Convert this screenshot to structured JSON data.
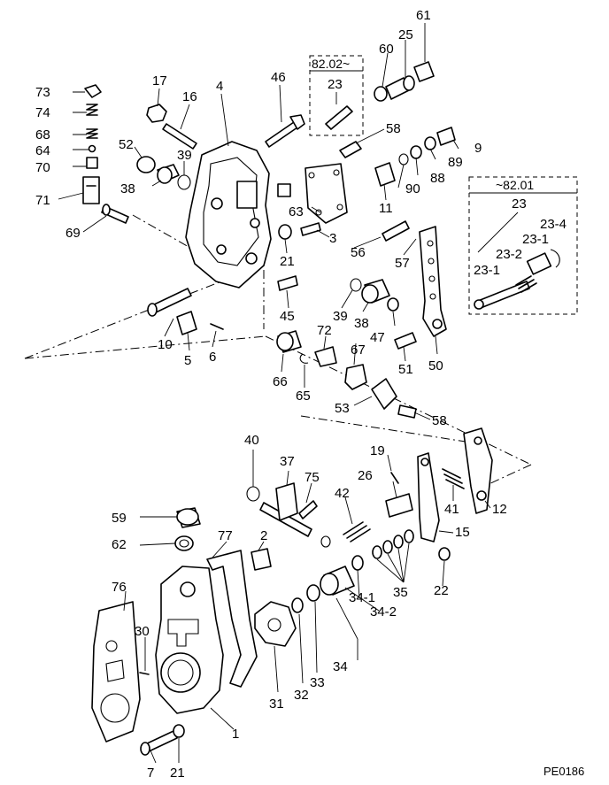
{
  "figure_code": "PE0186",
  "boxes": {
    "box_8202": {
      "label": "82.02~",
      "part": "23"
    },
    "box_8201": {
      "label": "~82.01",
      "parts": [
        "23",
        "23-4",
        "23-1",
        "23-2",
        "23-1"
      ]
    }
  },
  "callouts": [
    {
      "id": "c61",
      "label": "61"
    },
    {
      "id": "c25",
      "label": "25"
    },
    {
      "id": "c60",
      "label": "60"
    },
    {
      "id": "c73",
      "label": "73"
    },
    {
      "id": "c74",
      "label": "74"
    },
    {
      "id": "c68",
      "label": "68"
    },
    {
      "id": "c64",
      "label": "64"
    },
    {
      "id": "c70",
      "label": "70"
    },
    {
      "id": "c71",
      "label": "71"
    },
    {
      "id": "c69",
      "label": "69"
    },
    {
      "id": "c17",
      "label": "17"
    },
    {
      "id": "c16",
      "label": "16"
    },
    {
      "id": "c4",
      "label": "4"
    },
    {
      "id": "c46",
      "label": "46"
    },
    {
      "id": "c52",
      "label": "52"
    },
    {
      "id": "c38a",
      "label": "38"
    },
    {
      "id": "c39a",
      "label": "39"
    },
    {
      "id": "c58a",
      "label": "58"
    },
    {
      "id": "c9",
      "label": "9"
    },
    {
      "id": "c89",
      "label": "89"
    },
    {
      "id": "c88",
      "label": "88"
    },
    {
      "id": "c90",
      "label": "90"
    },
    {
      "id": "c11",
      "label": "11"
    },
    {
      "id": "c63",
      "label": "63"
    },
    {
      "id": "c3",
      "label": "3"
    },
    {
      "id": "c56",
      "label": "56"
    },
    {
      "id": "c21a",
      "label": "21"
    },
    {
      "id": "c57",
      "label": "57"
    },
    {
      "id": "c10",
      "label": "10"
    },
    {
      "id": "c5",
      "label": "5"
    },
    {
      "id": "c6",
      "label": "6"
    },
    {
      "id": "c45",
      "label": "45"
    },
    {
      "id": "c39b",
      "label": "39"
    },
    {
      "id": "c38b",
      "label": "38"
    },
    {
      "id": "c47",
      "label": "47"
    },
    {
      "id": "c72",
      "label": "72"
    },
    {
      "id": "c67",
      "label": "67"
    },
    {
      "id": "c66",
      "label": "66"
    },
    {
      "id": "c65",
      "label": "65"
    },
    {
      "id": "c51",
      "label": "51"
    },
    {
      "id": "c50",
      "label": "50"
    },
    {
      "id": "c53",
      "label": "53"
    },
    {
      "id": "c58b",
      "label": "58"
    },
    {
      "id": "c40",
      "label": "40"
    },
    {
      "id": "c37",
      "label": "37"
    },
    {
      "id": "c75",
      "label": "75"
    },
    {
      "id": "c19",
      "label": "19"
    },
    {
      "id": "c26",
      "label": "26"
    },
    {
      "id": "c42",
      "label": "42"
    },
    {
      "id": "c41",
      "label": "41"
    },
    {
      "id": "c12",
      "label": "12"
    },
    {
      "id": "c15",
      "label": "15"
    },
    {
      "id": "c59",
      "label": "59"
    },
    {
      "id": "c62",
      "label": "62"
    },
    {
      "id": "c77",
      "label": "77"
    },
    {
      "id": "c2",
      "label": "2"
    },
    {
      "id": "c22",
      "label": "22"
    },
    {
      "id": "c35",
      "label": "35"
    },
    {
      "id": "c34-1",
      "label": "34-1"
    },
    {
      "id": "c34-2",
      "label": "34-2"
    },
    {
      "id": "c76",
      "label": "76"
    },
    {
      "id": "c30",
      "label": "30"
    },
    {
      "id": "c34",
      "label": "34"
    },
    {
      "id": "c31",
      "label": "31"
    },
    {
      "id": "c32",
      "label": "32"
    },
    {
      "id": "c33",
      "label": "33"
    },
    {
      "id": "c1",
      "label": "1"
    },
    {
      "id": "c7",
      "label": "7"
    },
    {
      "id": "c21b",
      "label": "21"
    }
  ]
}
